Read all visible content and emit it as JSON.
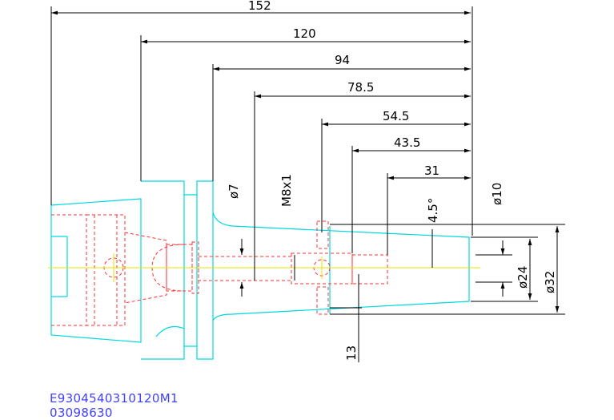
{
  "dimensions": {
    "d152": "152",
    "d120": "120",
    "d94": "94",
    "d78_5": "78.5",
    "d54_5": "54.5",
    "d43_5": "43.5",
    "d31": "31",
    "d13": "13",
    "phi7": "ø7",
    "m8x1": "M8x1",
    "angle": "4.5°",
    "phi10": "ø10",
    "phi24": "ø24",
    "phi32": "ø32"
  },
  "part_code": "E9304540310120M1",
  "part_number": "03098630",
  "colors": {
    "outline": "#00d8e0",
    "hidden": "#ff3030",
    "centerline": "#e8e000",
    "dimension": "#000000",
    "code_text": "#4040ff"
  }
}
